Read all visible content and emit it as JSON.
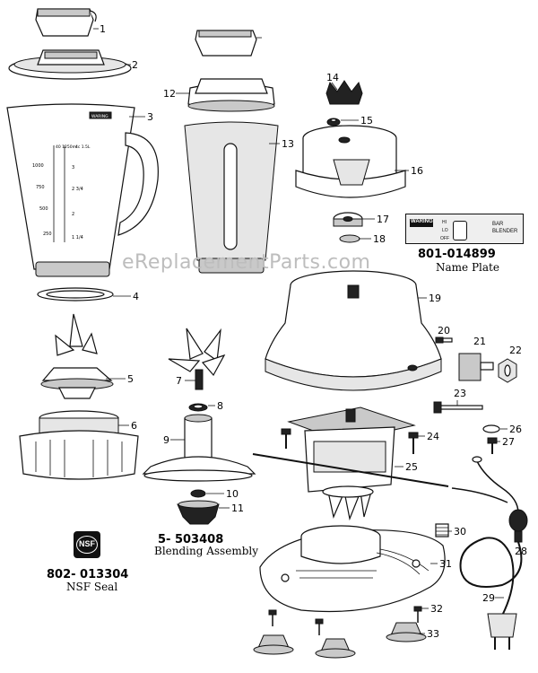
{
  "watermark": "eReplacementParts.com",
  "callouts": [
    "1",
    "2",
    "3",
    "4",
    "5",
    "6",
    "7",
    "8",
    "9",
    "10",
    "11",
    "12",
    "13",
    "14",
    "15",
    "16",
    "17",
    "18",
    "19",
    "20",
    "21",
    "22",
    "23",
    "24",
    "25",
    "26",
    "27",
    "28",
    "29",
    "30",
    "31",
    "32",
    "33"
  ],
  "captions": {
    "blending_assembly": {
      "number": "5- 503408",
      "label": "Blending Assembly"
    },
    "nsf_seal": {
      "number": "802- 013304",
      "label": "NSF Seal"
    },
    "name_plate": {
      "number": "801-014899",
      "label": "Name Plate"
    }
  },
  "nsf_logo_text": "NSF",
  "name_plate_graphic": {
    "brand": "WARING",
    "hi": "HI",
    "lo": "LO",
    "off": "OFF",
    "right_text": [
      "BAR",
      "BLENDER"
    ]
  },
  "jar_markings": {
    "brand": "WARING",
    "top": "40 1250ml",
    "top_right": "4c 1.5L",
    "left": [
      "1000",
      "750",
      "500",
      "250"
    ],
    "right": [
      "3",
      "2 3/4",
      "2",
      "1 1/4"
    ]
  }
}
